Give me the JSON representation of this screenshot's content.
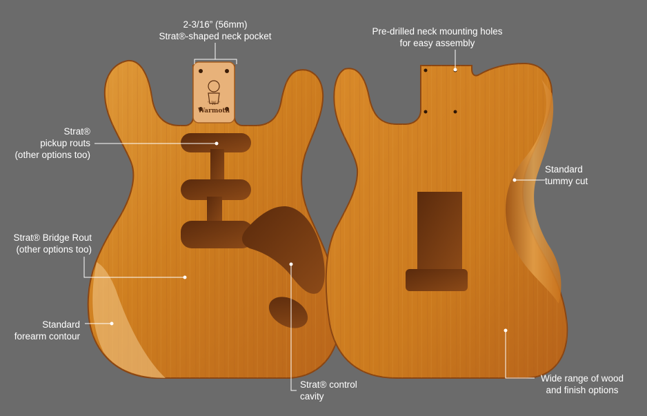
{
  "colors": {
    "background": "#6b6b6b",
    "wood_light": "#d98a2a",
    "wood_mid": "#c47318",
    "wood_dark": "#7a3c10",
    "callout": "#ffffff"
  },
  "neck_plate": {
    "line1": "\" W \"",
    "line2": "Warmoth"
  },
  "callouts": {
    "neck_pocket": {
      "line1": "2-3/16” (56mm)",
      "line2": "Strat®-shaped neck pocket"
    },
    "mounting_holes": {
      "line1": "Pre-drilled neck mounting holes",
      "line2": "for easy assembly"
    },
    "pickup_routs": {
      "line1": "Strat®",
      "line2": "pickup routs",
      "line3": "(other options too)"
    },
    "tummy_cut": {
      "line1": "Standard",
      "line2": "tummy cut"
    },
    "bridge_rout": {
      "line1": "Strat® Bridge Rout",
      "line2": "(other options too)"
    },
    "forearm": {
      "line1": "Standard",
      "line2": "forearm contour"
    },
    "control_cavity": {
      "line1": "Strat® control",
      "line2": "cavity"
    },
    "wood_options": {
      "line1": "Wide range of wood",
      "line2": "and finish options"
    }
  }
}
